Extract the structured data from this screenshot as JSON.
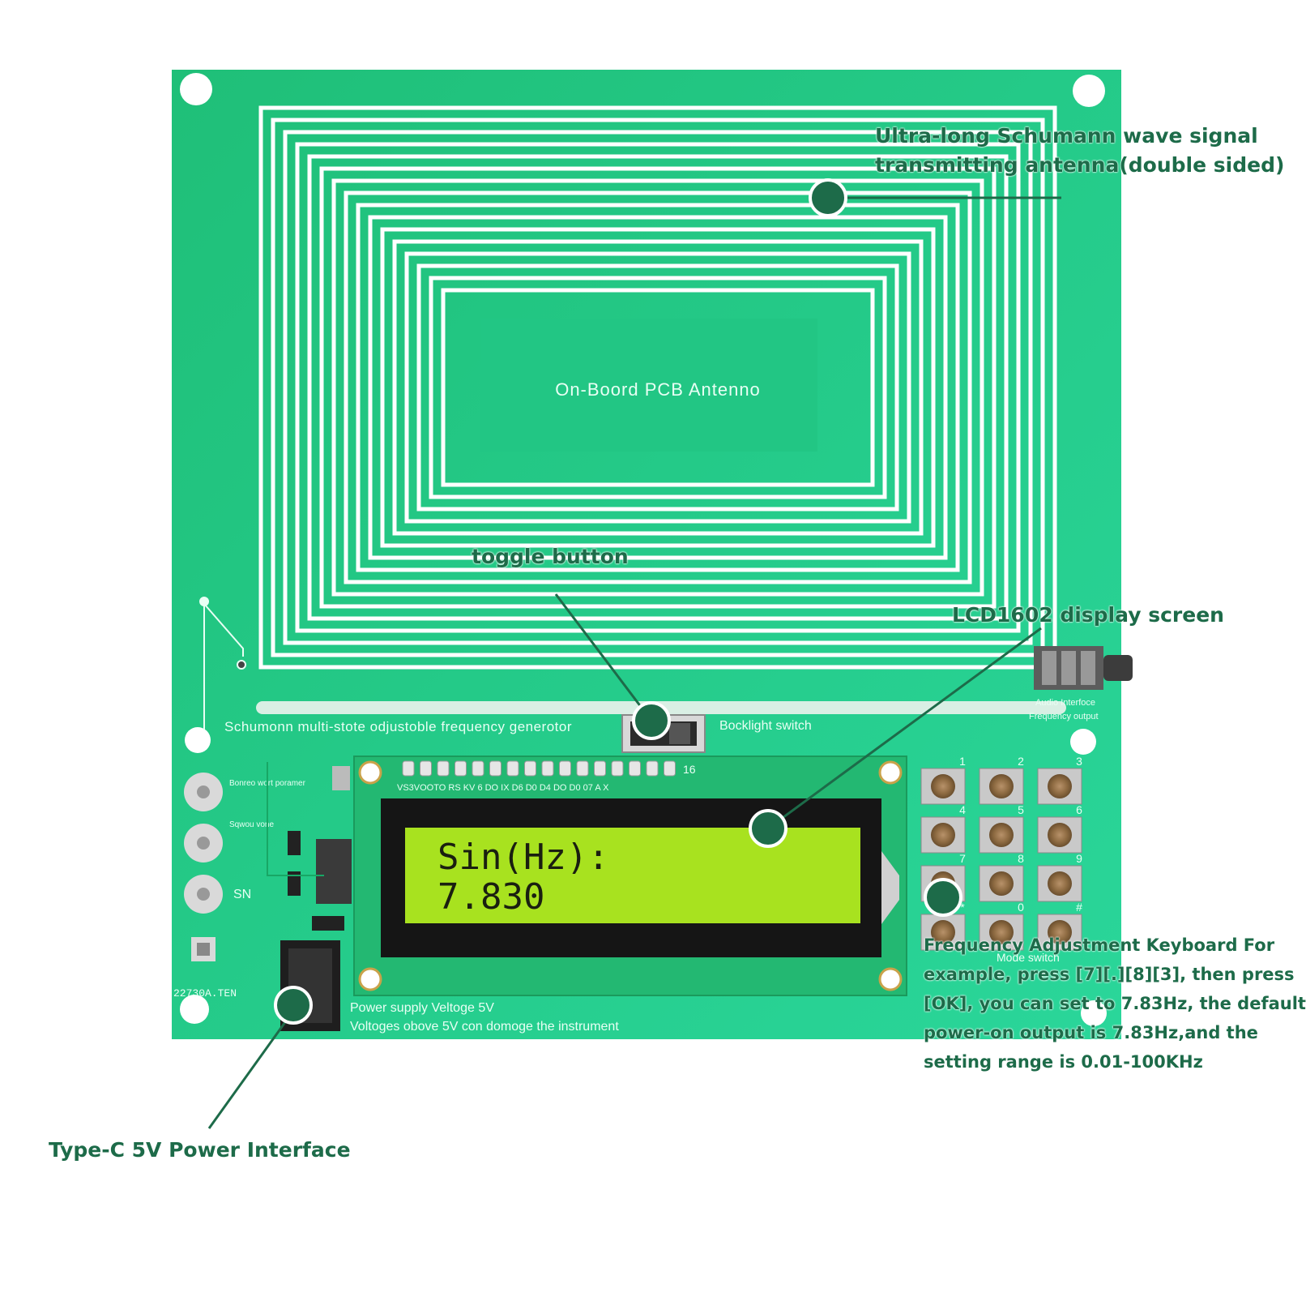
{
  "colors": {
    "board": "#22c684",
    "board_edge": "#18b070",
    "trace": "#ffffff",
    "silkscreen": "#e8fff4",
    "callout": "#1d6b49",
    "lcd_bezel": "#151515",
    "lcd_screen": "#a8e21f",
    "lcd_text": "#1a1f10",
    "button_metal": "#c9c9c9",
    "button_cap": "#9b7a4e"
  },
  "board": {
    "antenna_label": "On-Boord PCB Antenno",
    "title": "Schumonn multi-stote odjustoble frequency generotor",
    "backlight_label": "Bocklight switch",
    "audio_label_1": "Audio Interfoce",
    "audio_label_2": "Frequency output",
    "power_label_1": "Power supply Veltoge 5V",
    "power_label_2": "Voltoges obove 5V con domoge the instrument",
    "part_number": "22730A.TEN",
    "pin_header_number": "16",
    "pin_labels": "VS3VOOTO RS KV 6 DO IX D6 D0 D4 DO D0 07 A X",
    "side_label_1": "Bonreo wort poramer",
    "side_label_2": "Sqwou vone",
    "side_label_3": "SN",
    "mode_switch_label": "Mode switch",
    "keypad_numbers": [
      "1",
      "2",
      "3",
      "4",
      "5",
      "6",
      "7",
      "8",
      "9",
      "*",
      "0",
      "#"
    ]
  },
  "lcd": {
    "line1": "Sin(Hz):",
    "line2": "7.830"
  },
  "callouts": {
    "antenna": [
      "Ultra-long Schumann wave signal",
      "transmitting antenna(double sided)"
    ],
    "toggle": "toggle button",
    "lcd": "LCD1602 display screen",
    "keyboard": [
      "Frequency Adjustment Keyboard For",
      "example, press [7][.][8][3], then press",
      "[OK], you can set to 7.83Hz, the default",
      "power-on output is 7.83Hz,and the",
      "setting range is 0.01-100KHz"
    ],
    "power": "Type-C 5V Power Interface"
  }
}
